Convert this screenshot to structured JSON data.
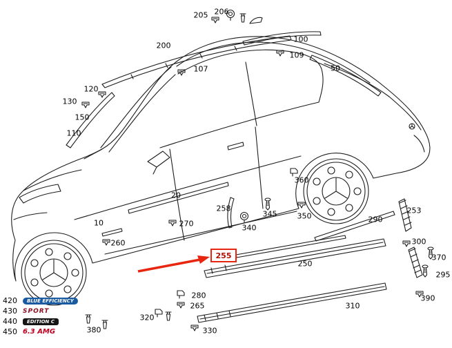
{
  "diagram": {
    "callouts": [
      "205",
      "206",
      "200",
      "100",
      "109",
      "107",
      "50",
      "120",
      "130",
      "150",
      "110",
      "360",
      "20",
      "258",
      "253",
      "345",
      "350",
      "290",
      "10",
      "270",
      "340",
      "300",
      "260",
      "370",
      "250",
      "295",
      "280",
      "390",
      "265",
      "310",
      "320",
      "380",
      "330"
    ],
    "highlight": {
      "label": "255"
    },
    "emblems": [
      {
        "ref": "420",
        "text": "BLUE EFFICIENCY"
      },
      {
        "ref": "430",
        "text": "SPORT"
      },
      {
        "ref": "440",
        "text": "EDITION C"
      },
      {
        "ref": "450",
        "text": "6.3 AMG"
      }
    ],
    "colors": {
      "line": "#1c1c1c",
      "highlight_red": "#e8250f",
      "badge_blue": "#1a5aa0",
      "badge_red": "#c00020"
    }
  }
}
